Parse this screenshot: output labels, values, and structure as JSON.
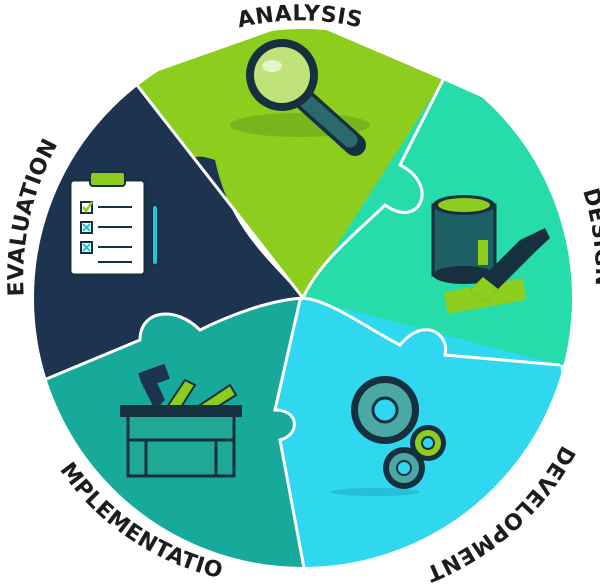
{
  "diagram": {
    "type": "puzzle-cycle",
    "segments": [
      {
        "key": "analysis",
        "label": "ANALYSIS",
        "color": "#8ccd1d",
        "icon": "magnifying-glass-icon"
      },
      {
        "key": "design",
        "label": "DESIGN",
        "color": "#26dcaa",
        "icon": "paint-can-icon"
      },
      {
        "key": "development",
        "label": "DEVELOPMENT",
        "color": "#2fd7ef",
        "icon": "gears-icon"
      },
      {
        "key": "implementation",
        "label": "IMPLEMENTATION",
        "color": "#17a99a",
        "icon": "toolbox-icon"
      },
      {
        "key": "evaluation",
        "label": "EVALUATION",
        "color": "#1d3450",
        "icon": "clipboard-checklist-icon"
      }
    ],
    "outline_color": "#ffffff"
  }
}
